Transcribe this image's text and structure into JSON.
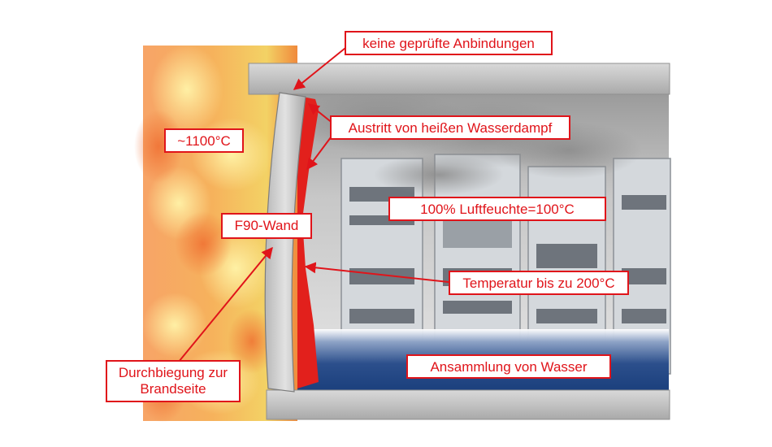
{
  "labels": {
    "connections": "keine geprüfte Anbindungen",
    "steam": "Austritt von heißen Wasserdampf",
    "fire_temp": "~1100°C",
    "humidity": "100% Luftfeuchte=100°C",
    "wall": "F90-Wand",
    "temperature": "Temperatur bis zu 200°C",
    "water": "Ansammlung von Wasser",
    "deflection_line1": "Durchbiegung zur",
    "deflection_line2": "Brandseite"
  },
  "colors": {
    "label_red": "#e0141a",
    "fire_orange": "#f58a3a",
    "fire_yellow": "#f7d65a",
    "water_blue": "#1d4585",
    "concrete": "#c9c9c9",
    "heat_red": "#e2201c"
  }
}
